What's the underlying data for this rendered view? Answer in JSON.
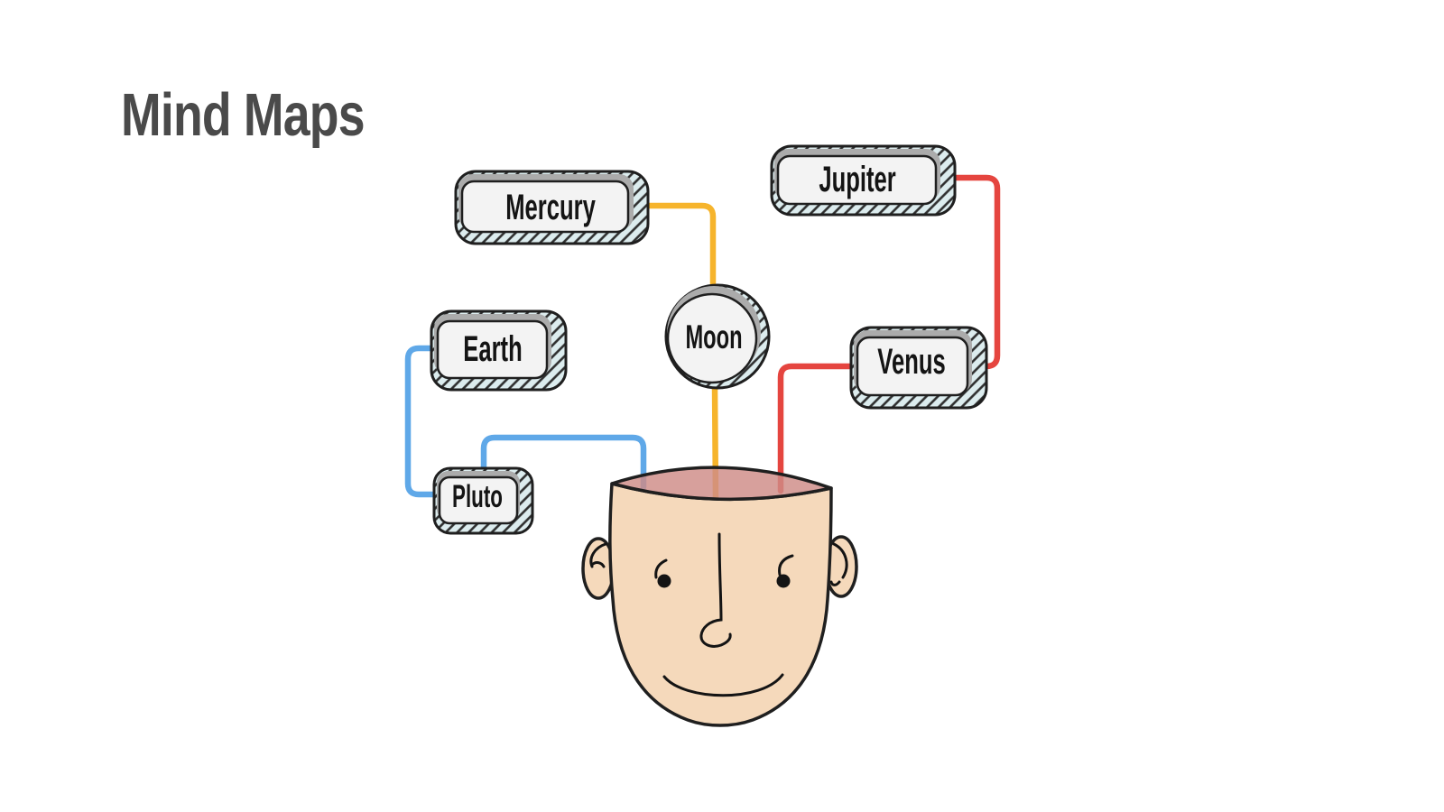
{
  "slide": {
    "title": "Mind Maps",
    "background": "#ffffff"
  },
  "palette": {
    "title_color": "#4a4a4a",
    "outline": "#1f1f1f",
    "node_fill": "#f3f3f3",
    "node_top_shade": "#ababab",
    "hatch_fill": "#dcecee",
    "hatch_stroke": "#2e2e2e",
    "skin": "#f5d9bb",
    "brain_pink": "#ce8b86",
    "feature_black": "#141414",
    "connector_yellow": "#f6b42c",
    "connector_red": "#e5453f",
    "connector_blue": "#5fa8e8"
  },
  "mindmap": {
    "central_figure": "open-head-cartoon",
    "nodes": [
      {
        "id": "mercury",
        "label": "Mercury",
        "shape": "rounded-rectangle"
      },
      {
        "id": "jupiter",
        "label": "Jupiter",
        "shape": "rounded-rectangle"
      },
      {
        "id": "earth",
        "label": "Earth",
        "shape": "rounded-rectangle"
      },
      {
        "id": "moon",
        "label": "Moon",
        "shape": "circle"
      },
      {
        "id": "venus",
        "label": "Venus",
        "shape": "rounded-rectangle"
      },
      {
        "id": "pluto",
        "label": "Pluto",
        "shape": "rounded-rectangle"
      }
    ],
    "connections": [
      {
        "from": "Mercury",
        "to": "Moon",
        "color": "#f6b42c"
      },
      {
        "from": "Moon",
        "to": "Head",
        "color": "#f6b42c"
      },
      {
        "from": "Jupiter",
        "to": "Venus",
        "color": "#e5453f"
      },
      {
        "from": "Venus",
        "to": "Head",
        "color": "#e5453f"
      },
      {
        "from": "Earth",
        "to": "Pluto",
        "color": "#5fa8e8"
      },
      {
        "from": "Pluto",
        "to": "Head",
        "color": "#5fa8e8"
      }
    ]
  }
}
